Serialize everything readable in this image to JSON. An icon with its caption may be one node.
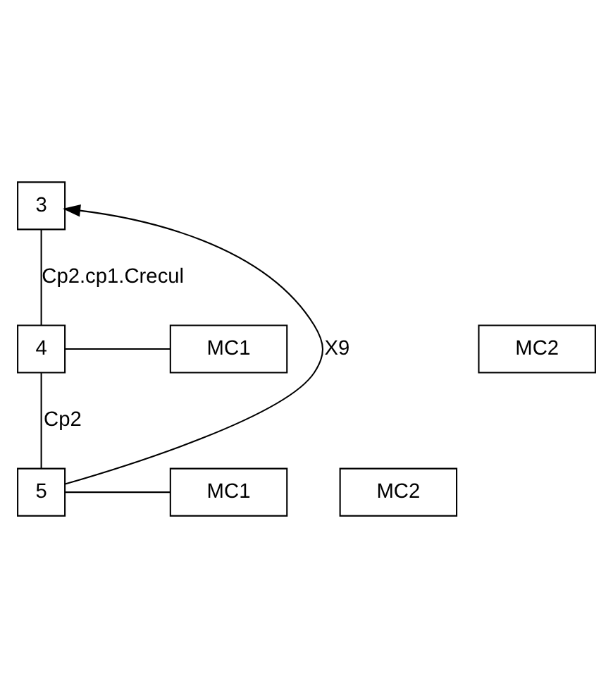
{
  "diagram": {
    "nodes": [
      {
        "text": [
          "3"
        ]
      },
      {
        "text": [
          "4"
        ]
      },
      {
        "text": [
          "MC1"
        ]
      },
      {
        "text": [
          "MC2"
        ]
      },
      {
        "text": [
          "5"
        ]
      },
      {
        "text": [
          "MC1"
        ]
      },
      {
        "text": [
          "MC2"
        ]
      }
    ],
    "edges": [
      {
        "from": 0,
        "to": 1,
        "arrow": "none",
        "label": "Cp2.cp1.Crecul"
      },
      {
        "from": 1,
        "to": 2,
        "arrow": "none"
      },
      {
        "from": 1,
        "to": 4,
        "arrow": "none",
        "label": "Cp2"
      },
      {
        "from": 4,
        "to": 5,
        "arrow": "none"
      },
      {
        "from": 4,
        "to": 0,
        "arrow": "to",
        "label": "X9"
      }
    ]
  }
}
